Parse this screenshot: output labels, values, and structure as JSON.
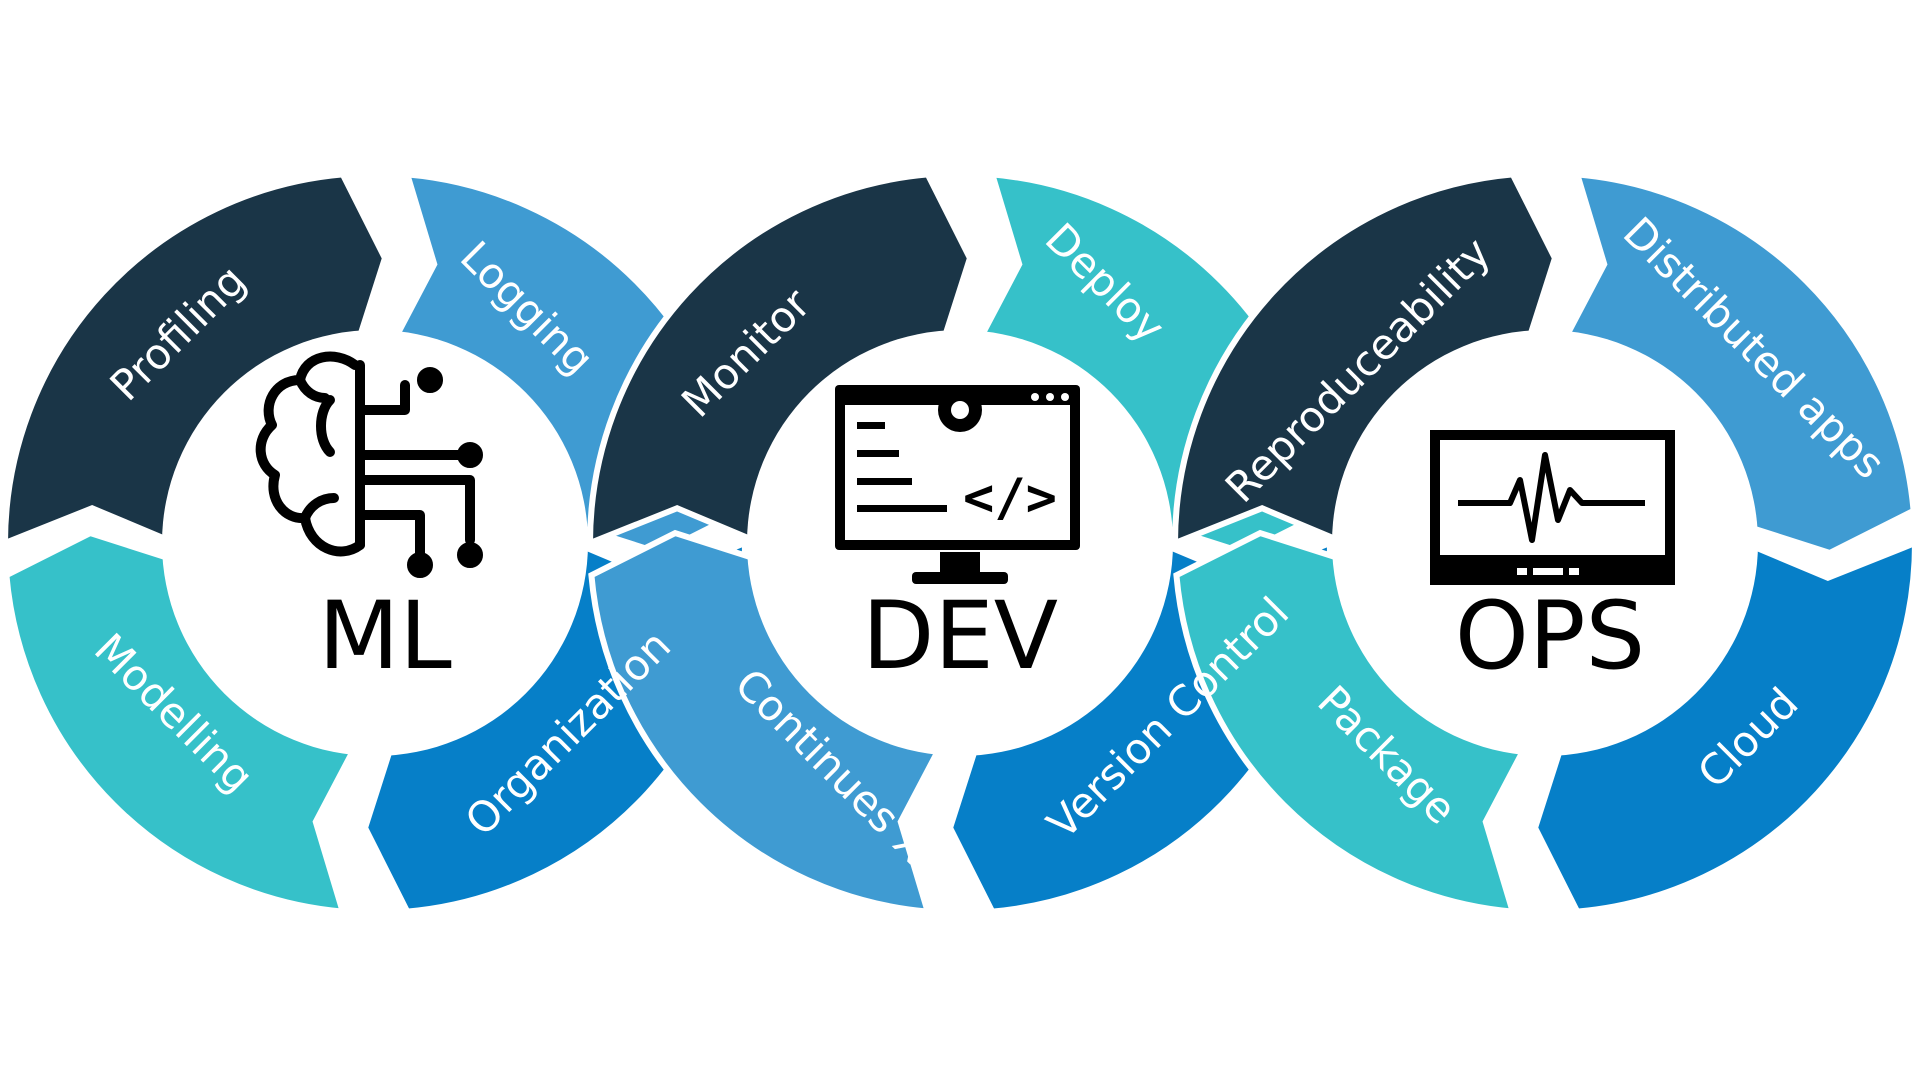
{
  "colors": {
    "dark": "#1a3547",
    "light_blue": "#3f9bd2",
    "teal": "#36c1c9",
    "blue": "#067fc8"
  },
  "rings": [
    {
      "title": "ML",
      "icon": "brain-circuit-icon",
      "segments": [
        {
          "label": "Profiling",
          "color": "dark"
        },
        {
          "label": "Logging",
          "color": "light_blue"
        },
        {
          "label": "Organization",
          "color": "blue"
        },
        {
          "label": "Modelling",
          "color": "teal"
        }
      ]
    },
    {
      "title": "DEV",
      "icon": "code-monitor-icon",
      "segments": [
        {
          "label": "Monitor",
          "color": "dark"
        },
        {
          "label": "Deploy",
          "color": "teal"
        },
        {
          "label": "Version Control",
          "color": "blue"
        },
        {
          "label": "Continues X",
          "color": "light_blue"
        }
      ]
    },
    {
      "title": "OPS",
      "icon": "heartbeat-monitor-icon",
      "segments": [
        {
          "label": "Reproduceability",
          "color": "dark"
        },
        {
          "label": "Distributed apps",
          "color": "light_blue"
        },
        {
          "label": "Cloud",
          "color": "blue"
        },
        {
          "label": "Package",
          "color": "teal"
        }
      ]
    }
  ]
}
